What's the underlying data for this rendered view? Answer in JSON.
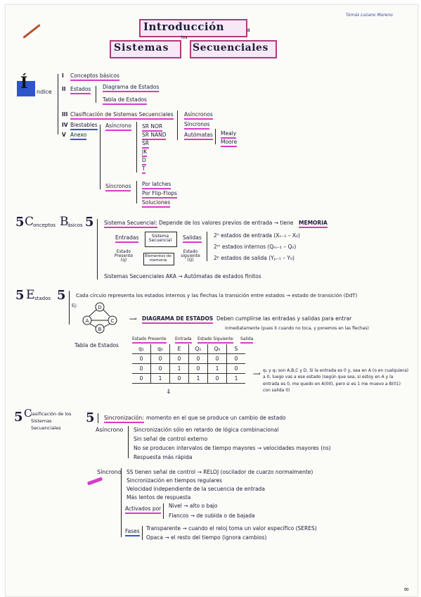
{
  "title": {
    "line1": "Introducción",
    "a": "a",
    "los": "los",
    "w1": "Sistemas",
    "w2": "Secuenciales"
  },
  "author": "Tomás Lozano Moreno",
  "indice": {
    "letter": "Í",
    "label": "ndice",
    "items": [
      {
        "num": "I",
        "label": "Conceptos básicos"
      },
      {
        "num": "II",
        "label": "Estados"
      },
      {
        "num": "III",
        "label": "Clasificación de Sistemas Secuenciales"
      },
      {
        "num": "IV",
        "label": "Biestables"
      },
      {
        "num": "V",
        "label": "Anexo"
      }
    ],
    "estados_sub": [
      "Diagrama de Estados",
      "Tabla de Estados"
    ],
    "clasif_sub": [
      "Asíncronos",
      "Síncronos",
      "Autómatas"
    ],
    "automatas_sub": [
      "Mealy",
      "Moore"
    ],
    "biestables_sub": [
      "Asíncrono",
      "Síncronos"
    ],
    "asincrono_sub": [
      "SR NOR",
      "SR NAND",
      "S̄R̄",
      "JK",
      "D",
      "T"
    ],
    "sincronos_sub": [
      "Por latches",
      "Por Flip-Flops",
      "Soluciones"
    ]
  },
  "s1": {
    "mark": "5",
    "c": "C",
    "w1": "onceptos",
    "b": "B",
    "w2": "ásicos",
    "def_label": "Sistema Secuencial:",
    "def_text": "Depende de los valores previos de entrada → tiene",
    "memoria": "MEMORIA",
    "entradas": "Entradas",
    "sistema": "Sistema Secuencial",
    "salidas": "Salidas",
    "elementos": "Elementos de memoria",
    "estado_pres": "Estado Presente (q)",
    "estado_sig": "Estado siguiente (Q)",
    "eqs": [
      "2ⁿ estados de entrada (Xₙ₋₁ – X₀)",
      "2ᵐ estados internos (Qₘ₋₁ – Q₀)",
      "2ᵖ estados de salida (Yₚ₋₁ – Y₀)"
    ],
    "aka": "Sistemas Secuenciales AKA → Autómatas de estados finitos"
  },
  "s2": {
    "mark": "5",
    "e": "E",
    "w": "stados",
    "intro": "Cada círculo representa los estados internos y las flechas la transición entre estados → estado de transición (DdT)",
    "diagram": "DIAGRAMA DE ESTADOS",
    "diagram_text": "Deben cumplirse las entradas y salidas para entrar",
    "diagram_text2": "inmediatamente (pues X cuando no toca, y ponemos en las flechas)",
    "eje": "Ej:",
    "nodes": [
      "D",
      "A",
      "B",
      "C"
    ],
    "tabla_label": "Tabla de Estados",
    "tabla_heads": [
      "Estado Presente",
      "Entrada",
      "Estado Siguiente",
      "Salida"
    ],
    "cols": [
      "q₁",
      "q₀",
      "E",
      "Q₁",
      "Q₀",
      "S"
    ],
    "rows": [
      [
        "0",
        "0",
        "0",
        "0",
        "0",
        "0"
      ],
      [
        "0",
        "0",
        "1",
        "0",
        "1",
        "0"
      ],
      [
        "0",
        "1",
        "0",
        "1",
        "0",
        "1"
      ]
    ],
    "note": "q₁ y q₀ son A,B,C y D. Si la entrada es 0 y, sea en A (o en cualquiera) a 0, luego vas a ese estado (según que sea, si estoy en A y la entrada es 0, me quedo en A(00), pero si es 1 me muevo a B(01) con salida 0)"
  },
  "s3": {
    "mark": "5",
    "c": "C",
    "w": "lasificación de los Sistemas Secuenciales",
    "sinc_label": "Sincronización:",
    "sinc_text": "momento en el que se produce un cambio de estado",
    "asincrono": "Asíncrono",
    "as_items": [
      "Sincronización sólo en retardo de lógica combinacional",
      "Sin señal de control externo",
      "No se producen intervalos de tiempo mayores → velocidades mayores (ns)",
      "Respuesta más rápida"
    ],
    "sincrono": "Síncrono",
    "s_items": [
      "SS tienen señal de control → RELOJ (oscilador de cuarzo normalmente)",
      "Sincronización en tiempos regulares",
      "Velocidad independiente de la secuencia de entrada",
      "Más lentos de respuesta"
    ],
    "activados": "Activados por",
    "nivel": "Nivel → alto o bajo",
    "flancos": "Flancos → de subida o de bajada",
    "fases": "Fases",
    "f1": "Transparente → cuando el reloj toma un valor específico (SERES)",
    "f2": "Opaca → el resto del tiempo (ignora cambios)"
  },
  "footer": "∞"
}
